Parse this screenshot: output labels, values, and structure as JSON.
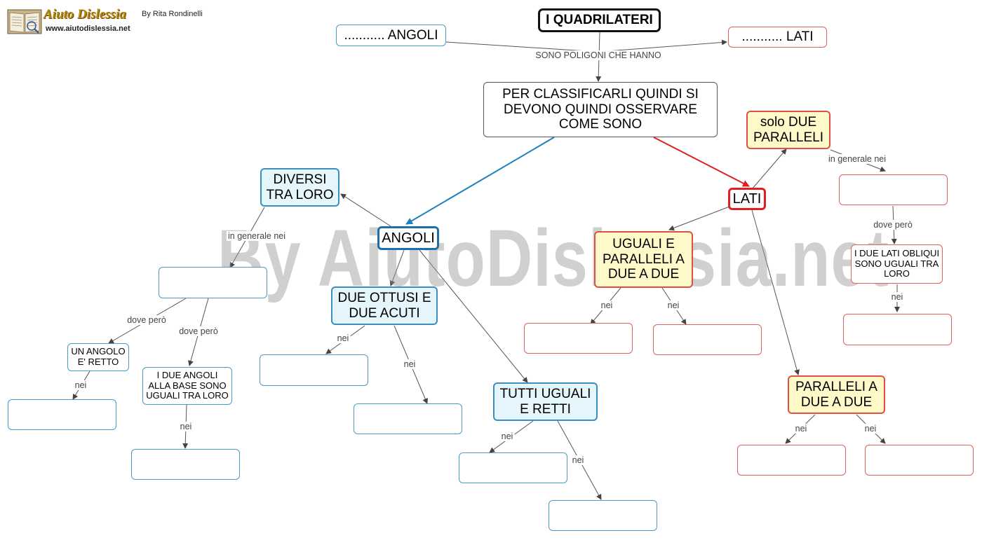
{
  "header": {
    "logo_title": "Aiuto Dislessia",
    "logo_url": "www.aiutodislessia.net",
    "byline": "By Rita Rondinelli"
  },
  "watermark": "By AiutoDislessia.net",
  "nodes": {
    "title": "I QUADRILATERI",
    "angoli_blank": "........... ANGOLI",
    "lati_blank": "........... LATI",
    "classify": "PER CLASSIFICARLI QUINDI SI DEVONO QUINDI OSSERVARE COME SONO",
    "angoli": "ANGOLI",
    "lati": "LATI",
    "diversi": "DIVERSI TRA LORO",
    "due_ottusi": "DUE OTTUSI E DUE ACUTI",
    "tutti_uguali": "TUTTI UGUALI E RETTI",
    "un_angolo": "UN ANGOLO E' RETTO",
    "due_angoli_base": "I DUE ANGOLI ALLA BASE SONO UGUALI TRA LORO",
    "solo_due": "solo DUE PARALLELI",
    "due_lati_obliqui": "I DUE LATI OBLIQUI SONO UGUALI TRA LORO",
    "uguali_paralleli": "UGUALI E PARALLELI A DUE A DUE",
    "paralleli_due": "PARALLELI A DUE A DUE",
    "blank": ""
  },
  "labels": {
    "sono_poligoni": "SONO POLIGONI CHE HANNO",
    "in_generale": "in generale nei",
    "dove_pero": "dove però",
    "nei": "nei"
  }
}
